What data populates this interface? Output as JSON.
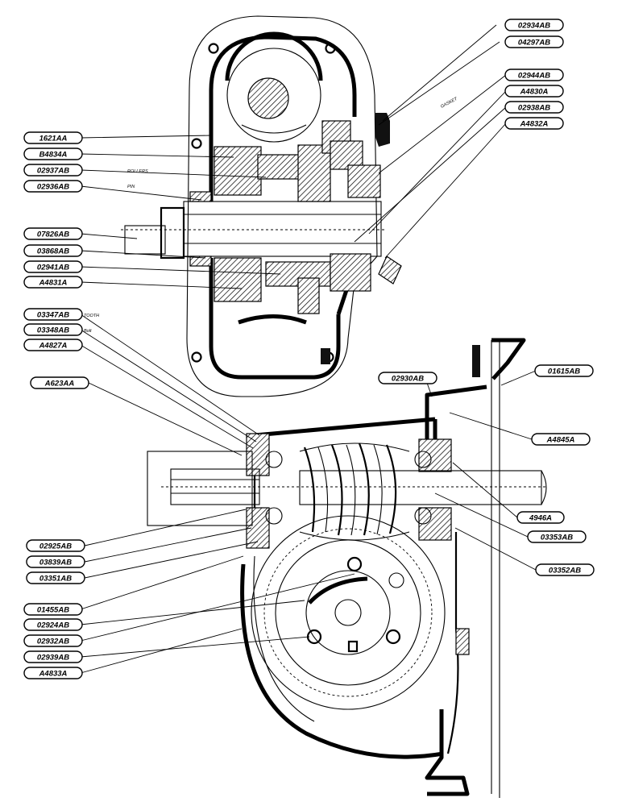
{
  "labels": {
    "l01": "02934AB",
    "l02": "04297AB",
    "l03": "02944AB",
    "l04": "A4830A",
    "l05": "02938AB",
    "l06": "A4832A",
    "l07": "1621AA",
    "l08": "B4834A",
    "l09": "02937AB",
    "l10": "02936AB",
    "l11": "07826AB",
    "l12": "03868AB",
    "l13": "02941AB",
    "l14": "A4831A",
    "l15": "03347AB",
    "l16": "03348AB",
    "l17": "A4827A",
    "l18": "A623AA",
    "l19": "02930AB",
    "l20": "01615AB",
    "l21": "A4845A",
    "l22": "4946A",
    "l23": "03353AB",
    "l24": "03352AB",
    "l25": "02925AB",
    "l26": "03839AB",
    "l27": "03351AB",
    "l28": "01455AB",
    "l29": "02924AB",
    "l30": "02932AB",
    "l31": "02939AB",
    "l32": "A4833A"
  },
  "notes": {
    "gasket": "GASKET",
    "rollers": "ROLLERS",
    "pin": "PIN",
    "desc1": "TOOTH",
    "desc2": "Bolt"
  }
}
